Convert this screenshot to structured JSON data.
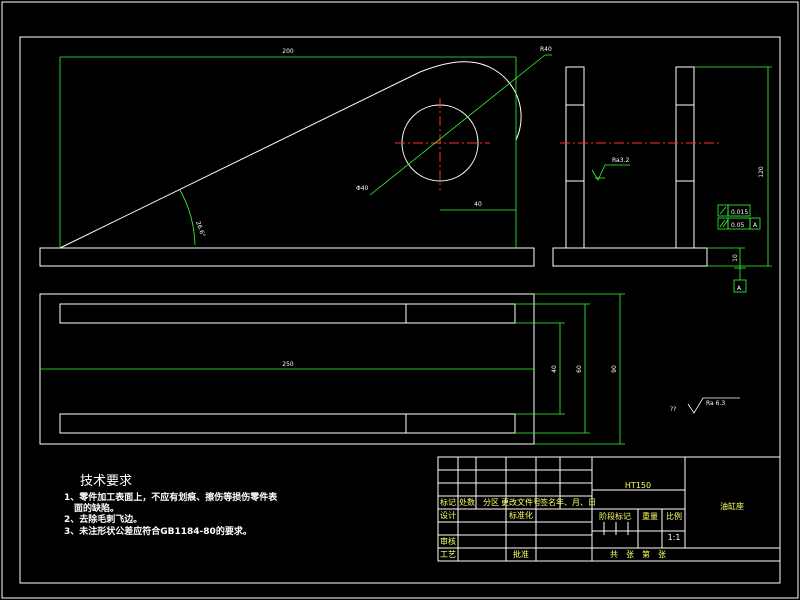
{
  "dimensions": {
    "top_width": "200",
    "radius": "R40",
    "diameter": "Φ40",
    "angle": "26.6°",
    "offset": "40",
    "side_height": "120",
    "base_height": "10",
    "bottom_width": "250",
    "slot_w1": "40",
    "slot_w2": "60",
    "slot_w3": "90"
  },
  "annotations": {
    "roughness_side": "Ra3.2",
    "flatness": "0.015",
    "parallelism": "0.05",
    "datum": "A",
    "roughness_general_prefix": "??",
    "roughness_general": "Ra 6.3"
  },
  "notes": {
    "title": "技术要求",
    "line1": "1、零件加工表面上，不应有划痕、擦伤等损伤零件表",
    "line1b": "面的缺陷。",
    "line2": "2、去除毛刺飞边。",
    "line3": "3、未注形状公差应符合GB1184-80的要求。"
  },
  "title_block": {
    "material": "HT150",
    "part_name": "油缸座",
    "h_mark": "标记",
    "h_count": "处数",
    "h_zone": "分区",
    "h_docno": "更改文件号",
    "h_sign": "签名",
    "h_date": "年、月、日",
    "design": "设计",
    "standard": "标准化",
    "review": "审核",
    "process": "工艺",
    "approve": "批准",
    "stage": "阶段标记",
    "weight": "重量",
    "scale_label": "比例",
    "scale_value": "1:1",
    "sheets": "共　张　第　张"
  }
}
